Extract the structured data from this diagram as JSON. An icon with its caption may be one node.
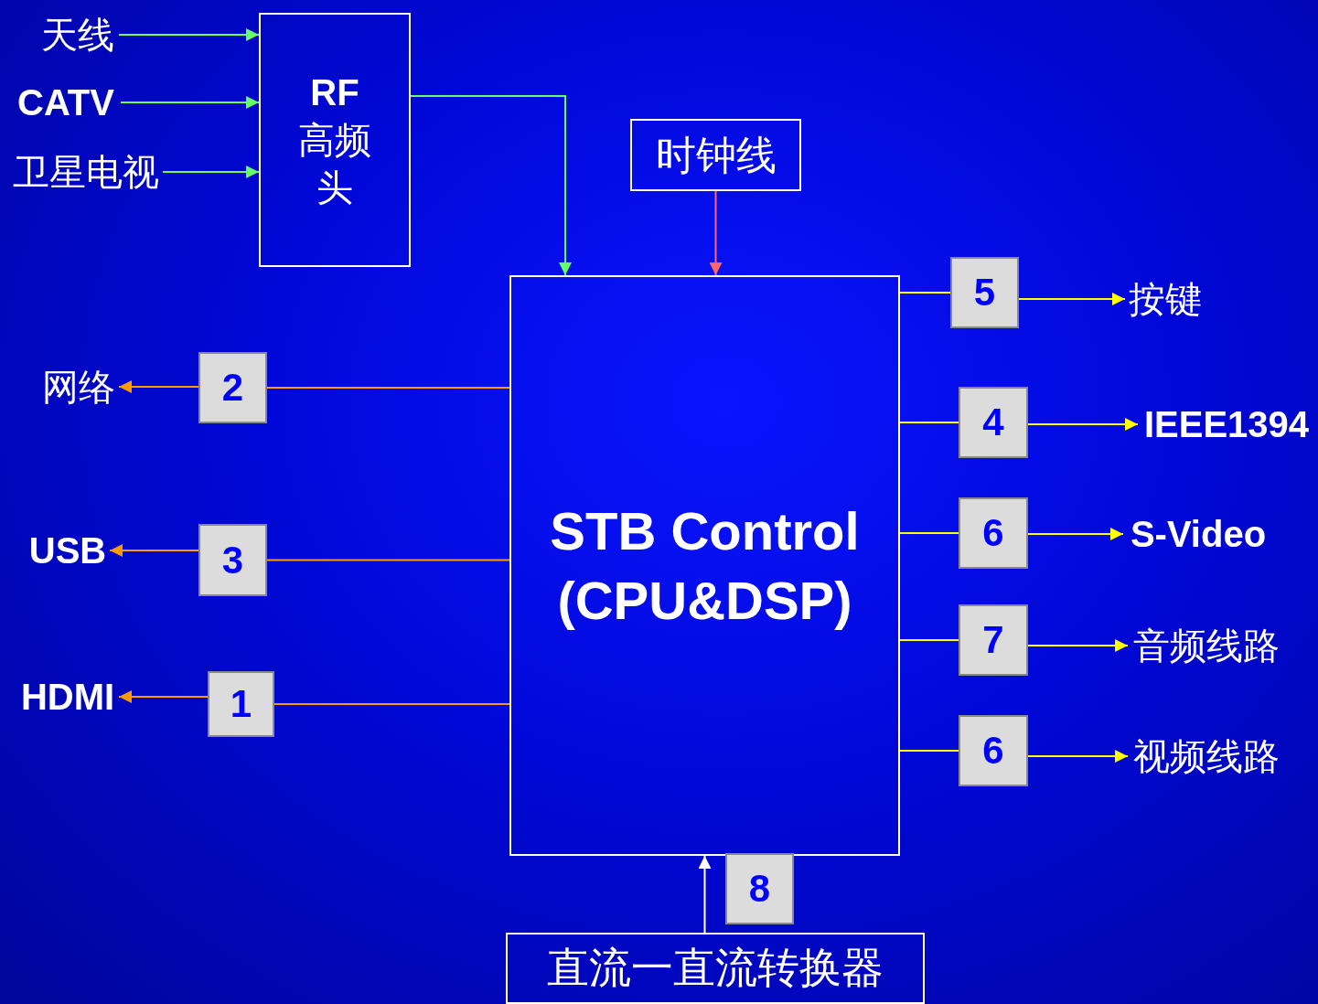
{
  "diagram": {
    "nodes": [
      {
        "text": [
          "天线"
        ]
      },
      {
        "text": [
          "CATV"
        ]
      },
      {
        "text": [
          "卫星电视"
        ]
      },
      {
        "text": [
          "**RF** 高频头"
        ]
      },
      {
        "text": [
          "时钟线"
        ]
      },
      {
        "text": [
          "STB Control (CPU&DSP)"
        ]
      },
      {
        "text": [
          "网络"
        ]
      },
      {
        "text": [
          "2"
        ]
      },
      {
        "text": [
          "USB"
        ]
      },
      {
        "text": [
          "3"
        ]
      },
      {
        "text": [
          "HDMI"
        ]
      },
      {
        "text": [
          "1"
        ]
      },
      {
        "text": [
          "5"
        ]
      },
      {
        "text": [
          "按键"
        ]
      },
      {
        "text": [
          "4"
        ]
      },
      {
        "text": [
          "IEEE1394"
        ]
      },
      {
        "text": [
          "6"
        ]
      },
      {
        "text": [
          "S-Video"
        ]
      },
      {
        "text": [
          "7"
        ]
      },
      {
        "text": [
          "音频线路"
        ]
      },
      {
        "text": [
          "6"
        ]
      },
      {
        "text": [
          "视频线路"
        ]
      },
      {
        "text": [
          "8"
        ]
      },
      {
        "text": [
          "直流一直流转换器"
        ]
      }
    ],
    "edges": [
      {
        "from": 0,
        "to": 3,
        "arrow": "to",
        "color": "#66ff66"
      },
      {
        "from": 1,
        "to": 3,
        "arrow": "to",
        "color": "#66ff66"
      },
      {
        "from": 2,
        "to": 3,
        "arrow": "to",
        "color": "#66ff66"
      },
      {
        "from": 3,
        "to": 5,
        "arrow": "to",
        "color": "#66ff66"
      },
      {
        "from": 4,
        "to": 5,
        "arrow": "to",
        "color": "#ff6666"
      },
      {
        "from": 5,
        "to": 7,
        "arrow": "none",
        "color": "#ff9900"
      },
      {
        "from": 7,
        "to": 6,
        "arrow": "to",
        "color": "#ff9900"
      },
      {
        "from": 5,
        "to": 9,
        "arrow": "none",
        "color": "#ff9900"
      },
      {
        "from": 9,
        "to": 8,
        "arrow": "to",
        "color": "#ff9900"
      },
      {
        "from": 5,
        "to": 11,
        "arrow": "none",
        "color": "#ff9900"
      },
      {
        "from": 11,
        "to": 10,
        "arrow": "to",
        "color": "#ff9900"
      },
      {
        "from": 5,
        "to": 12,
        "arrow": "none"
      },
      {
        "from": 12,
        "to": 13,
        "arrow": "to"
      },
      {
        "from": 5,
        "to": 14,
        "arrow": "none"
      },
      {
        "from": 14,
        "to": 15,
        "arrow": "to"
      },
      {
        "from": 5,
        "to": 16,
        "arrow": "none"
      },
      {
        "from": 16,
        "to": 17,
        "arrow": "to"
      },
      {
        "from": 5,
        "to": 18,
        "arrow": "none"
      },
      {
        "from": 18,
        "to": 19,
        "arrow": "to"
      },
      {
        "from": 5,
        "to": 20,
        "arrow": "none"
      },
      {
        "from": 20,
        "to": 21,
        "arrow": "to"
      },
      {
        "from": 23,
        "to": 5,
        "arrow": "to",
        "color": "#ffffff"
      }
    ]
  }
}
